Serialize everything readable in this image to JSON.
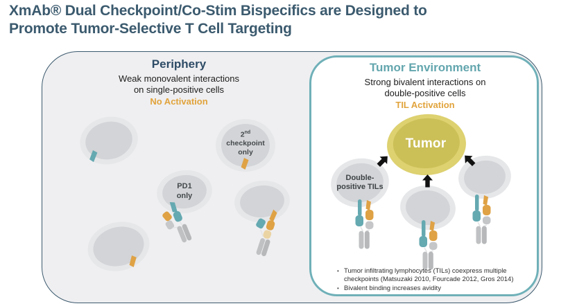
{
  "title": {
    "line1": "XmAb® Dual Checkpoint/Co-Stim Bispecifics are Designed to",
    "line2": "Promote Tumor-Selective T Cell Targeting"
  },
  "periphery": {
    "heading": "Periphery",
    "subtitle_line1": "Weak monovalent interactions",
    "subtitle_line2": "on single-positive cells",
    "status": "No Activation",
    "cell_second_checkpoint": {
      "num": "2",
      "sup": "nd",
      "word1": "checkpoint",
      "word2": "only"
    },
    "cell_pd1": {
      "line1": "PD1",
      "line2": "only"
    }
  },
  "tumor_env": {
    "heading": "Tumor Environment",
    "subtitle_line1": "Strong bivalent interactions on",
    "subtitle_line2": "double-positive cells",
    "status": "TIL Activation",
    "tumor_label": "Tumor",
    "til_label": {
      "line1": "Double-",
      "line2": "positive TILs"
    },
    "bullets": [
      "Tumor infiltrating lymphocytes (TILs) coexpress multiple checkpoints (Matsuzaki 2010, Fourcade 2012, Gros 2014)",
      "Bivalent binding increases avidity"
    ]
  },
  "colors": {
    "title_navy": "#3B5A6E",
    "heading_navy": "#2E4C66",
    "teal": "#65A9B1",
    "orange_accent": "#E1A33C",
    "tumor_yellow_outer": "#DDD170",
    "tumor_yellow_inner": "#CBBF57",
    "cell_gray_halo": "#E6E7E9",
    "cell_gray_body": "#D2D4D7",
    "panel_gray": "#EFEFF1",
    "panel_border_navy": "#3B596D",
    "panel_border_teal": "#6FB0B8",
    "arrow_black": "#111111"
  }
}
